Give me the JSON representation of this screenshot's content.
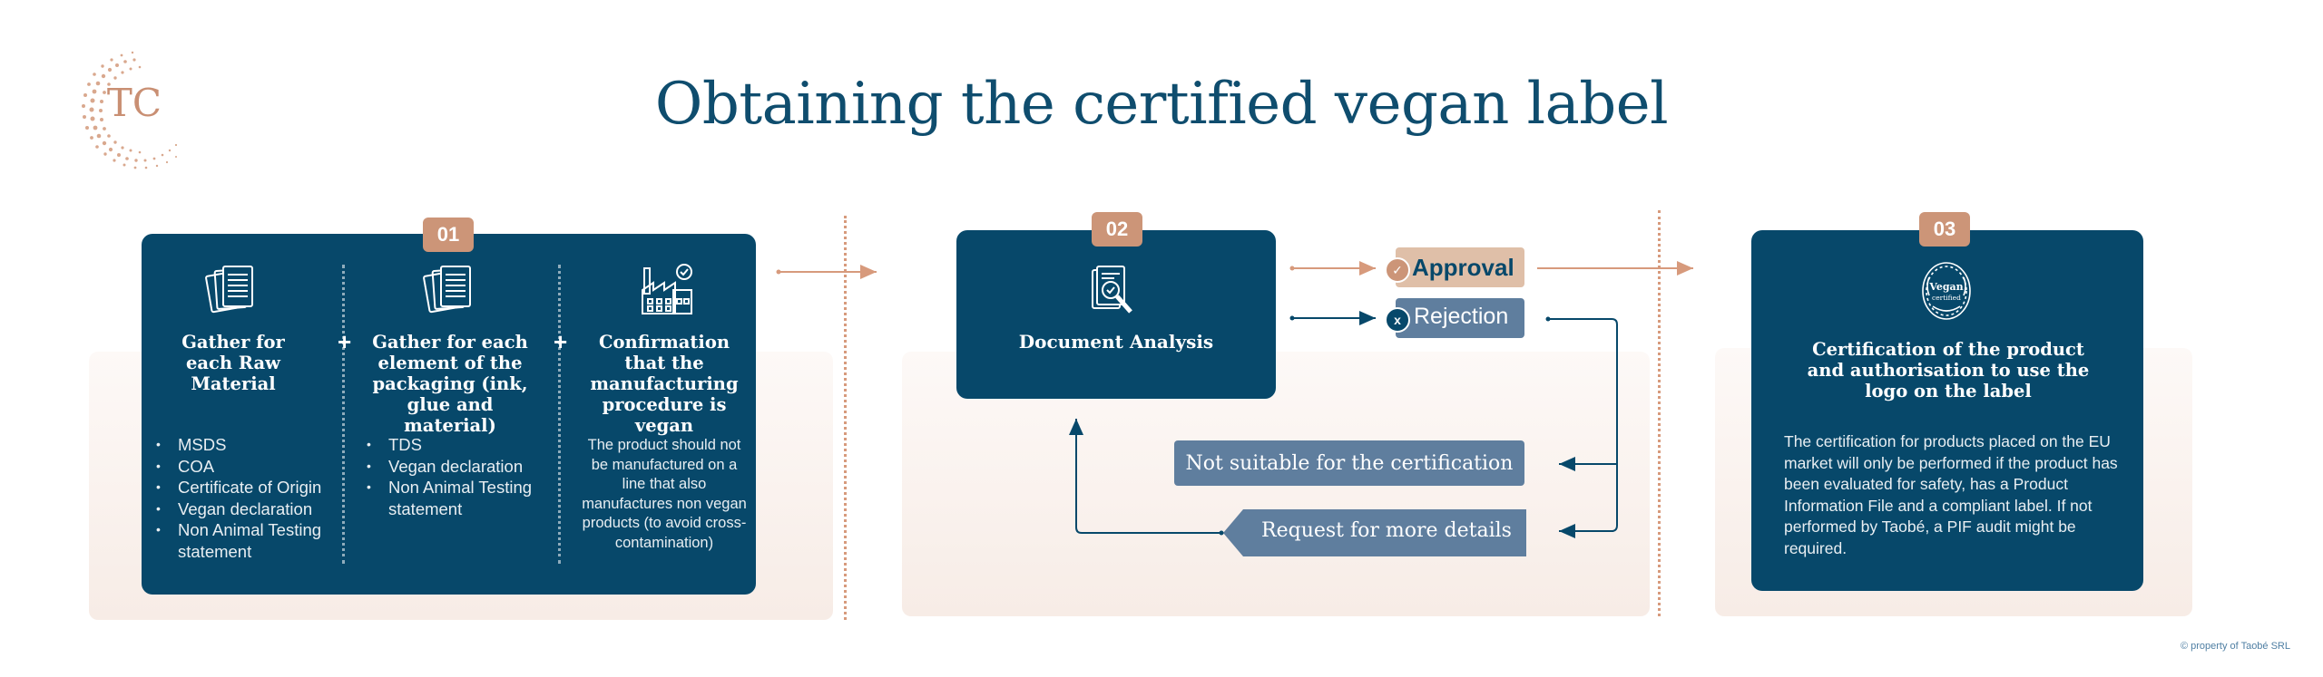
{
  "title": "Obtaining the certified vegan label",
  "logo": {
    "monogram": "TC",
    "icon": "taobe-logo-icon",
    "color": "#cc9578"
  },
  "colors": {
    "navy": "#07486a",
    "accent": "#cc9578",
    "slate": "#5f7e9e",
    "title": "#0f4d6e"
  },
  "step1": {
    "badge": "01",
    "col1": {
      "heading": "Gather for each Raw Material",
      "bullets": [
        "MSDS",
        "COA",
        "Certificate of Origin",
        "Vegan declaration",
        "Non Animal Testing statement"
      ]
    },
    "col2": {
      "heading": "Gather for each element of the packaging (ink, glue and material)",
      "bullets": [
        "TDS",
        "Vegan declaration",
        "Non Animal Testing statement"
      ]
    },
    "col3": {
      "heading": "Confirmation that the manufacturing procedure is vegan",
      "text": "The product should not be manufactured on a line that also manufactures non vegan products (to avoid cross-contamination)"
    },
    "plus": "+"
  },
  "step2": {
    "badge": "02",
    "heading": "Document Analysis",
    "approval": "Approval",
    "rejection": "Rejection",
    "not_suitable": "Not suitable for the certification",
    "more_details": "Request for more details",
    "check_icon": "check-icon",
    "x_glyph": "x"
  },
  "step3": {
    "badge": "03",
    "heading": "Certification of the product and authorisation to use the logo on the label",
    "text": "The certification for products placed on the EU market will only be performed if the product has been evaluated for safety, has a Product Information File and a compliant label. If not performed by Taobé, a PIF audit might be required.",
    "seal_title": "Vegan",
    "seal_sub": "certified"
  },
  "footer": "© property of Taobé SRL"
}
